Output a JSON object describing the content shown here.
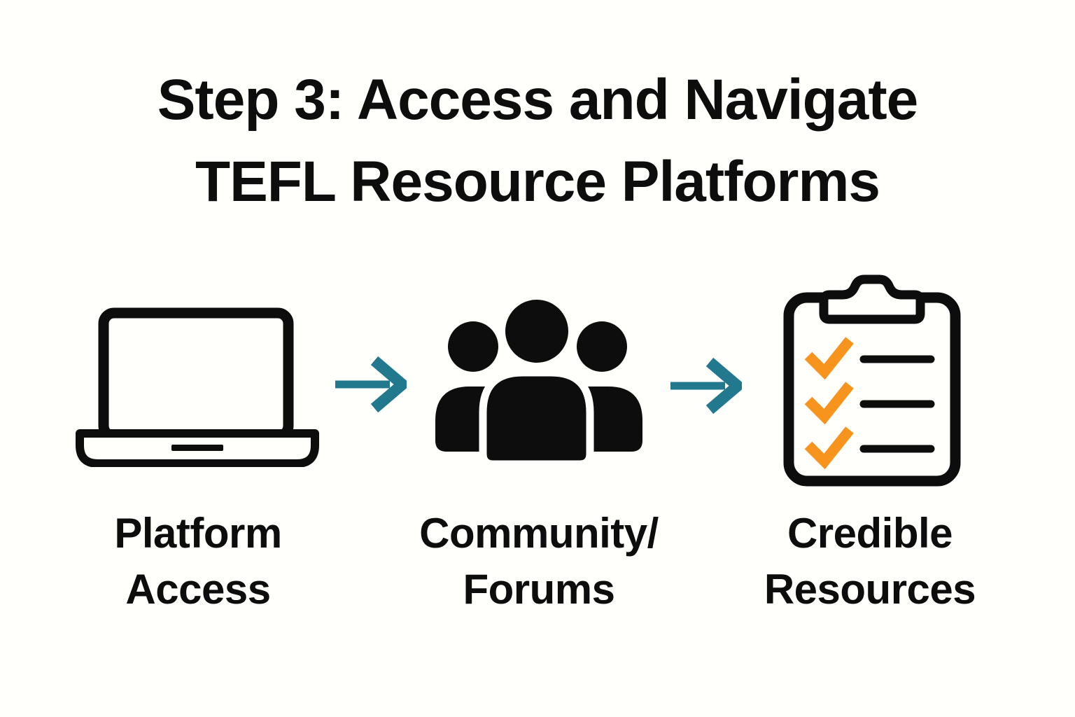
{
  "title": {
    "line1": "Step 3: Access and Navigate",
    "line2": "TEFL Resource Platforms"
  },
  "steps": [
    {
      "icon": "laptop-icon",
      "label_line1": "Platform",
      "label_line2": "Access"
    },
    {
      "icon": "people-group-icon",
      "label_line1": "Community/",
      "label_line2": "Forums"
    },
    {
      "icon": "clipboard-checklist-icon",
      "label_line1": "Credible",
      "label_line2": "Resources"
    }
  ],
  "connectors": [
    {
      "icon": "arrow-right-icon"
    },
    {
      "icon": "arrow-right-icon"
    }
  ],
  "colors": {
    "background": "#FFFFFC",
    "ink": "#0D0D0D",
    "arrow_teal": "#22798E",
    "check_orange": "#F7941D"
  }
}
